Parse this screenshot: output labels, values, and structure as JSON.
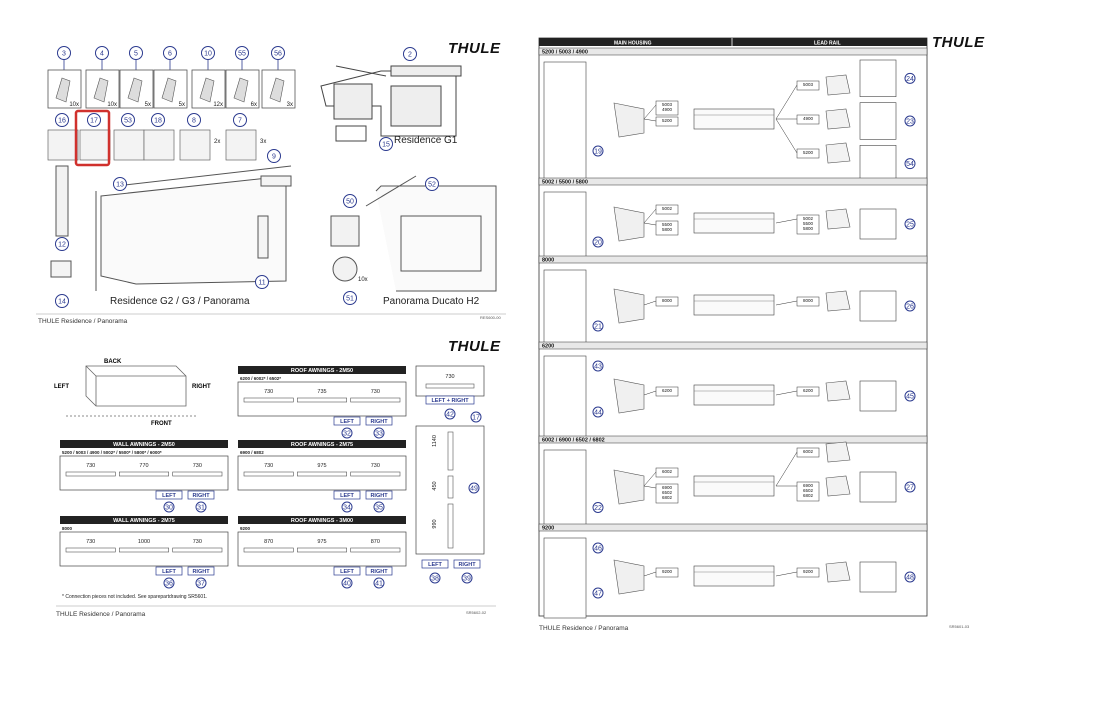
{
  "brand": "THULE",
  "doc1": {
    "title_g1": "Residence G1",
    "title_g2": "Residence G2 / G3 / Panorama",
    "title_ducato": "Panorama Ducato H2",
    "footer": "THULE Residence / Panorama",
    "code": "RES600-00",
    "parts": [
      {
        "num": "3",
        "qty": "10x"
      },
      {
        "num": "4",
        "qty": "10x"
      },
      {
        "num": "5",
        "qty": "5x"
      },
      {
        "num": "6",
        "qty": "5x"
      },
      {
        "num": "10",
        "qty": "12x"
      },
      {
        "num": "55",
        "qty": "6x"
      },
      {
        "num": "56",
        "qty": "3x"
      }
    ],
    "row2": [
      {
        "num": "16"
      },
      {
        "num": "17"
      },
      {
        "num": "53"
      },
      {
        "num": "18"
      },
      {
        "num": "8",
        "qty": "2x"
      },
      {
        "num": "7",
        "qty": "3x"
      }
    ],
    "callouts": [
      "9",
      "13",
      "12",
      "14",
      "11",
      "2",
      "15",
      "52",
      "50",
      "51"
    ],
    "qty_51": "10x"
  },
  "doc2": {
    "footer": "THULE Residence / Panorama",
    "code": "SR5602-02",
    "back": "BACK",
    "front": "FRONT",
    "left": "LEFT",
    "right": "RIGHT",
    "roof_2m50": {
      "title": "ROOF AWNINGS - 2M50",
      "models": "6200 / 6002* / 6502*",
      "dims": [
        "730",
        "735",
        "730"
      ],
      "left_num": "32",
      "right_num": "33"
    },
    "single": {
      "dim": "730",
      "label": "LEFT + RIGHT",
      "num": "42",
      "num2": "17"
    },
    "wall_2m50": {
      "title": "WALL AWNINGS - 2M50",
      "models": "5200 / 5003 / 4900 / 5002* / 5500* / 5800* / 6000*",
      "dims": [
        "730",
        "770",
        "730"
      ],
      "left_num": "30",
      "right_num": "31"
    },
    "roof_2m75": {
      "title": "ROOF AWNINGS - 2M75",
      "models": "6900 / 6802",
      "dims": [
        "730",
        "975",
        "730"
      ],
      "left_num": "34",
      "right_num": "35"
    },
    "wall_2m75": {
      "title": "WALL AWNINGS - 2M75",
      "models": "8000",
      "dims": [
        "730",
        "1000",
        "730"
      ],
      "left_num": "36",
      "right_num": "37"
    },
    "roof_3m00": {
      "title": "ROOF AWNINGS - 3M00",
      "models": "9200",
      "dims": [
        "870",
        "975",
        "870"
      ],
      "left_num": "40",
      "right_num": "41"
    },
    "vertical": {
      "dims": [
        "1140",
        "450",
        "990"
      ],
      "num": "49",
      "left_num": "38",
      "right_num": "39"
    },
    "note": "* Connection pieces not included. See sparepartdrawing SR5601."
  },
  "doc3": {
    "footer": "THULE Residence / Panorama",
    "code": "SR5601-03",
    "header_main": "MAIN HOUSING",
    "header_lead": "LEAD RAIL",
    "sections": [
      {
        "title": "5200 / 5003 / 4900",
        "left_nums": [
          "19"
        ],
        "main_labels": [
          "5003\n4900",
          "5200"
        ],
        "lead_labels": [
          "5003",
          "4900",
          "5200"
        ],
        "right_nums": [
          "24",
          "23",
          "54"
        ]
      },
      {
        "title": "5002 / 5500 / 5800",
        "left_nums": [
          "20"
        ],
        "main_labels": [
          "5002",
          "5500\n5800"
        ],
        "lead_labels": [
          "5002\n5500\n5800"
        ],
        "right_nums": [
          "25"
        ]
      },
      {
        "title": "8000",
        "left_nums": [
          "21"
        ],
        "main_labels": [
          "8000"
        ],
        "lead_labels": [
          "8000"
        ],
        "right_nums": [
          "26"
        ]
      },
      {
        "title": "6200",
        "left_nums": [
          "43",
          "44"
        ],
        "main_labels": [
          "6200"
        ],
        "lead_labels": [
          "6200"
        ],
        "right_nums": [
          "45"
        ]
      },
      {
        "title": "6002 / 6900 / 6502 / 6802",
        "left_nums": [
          "22"
        ],
        "main_labels": [
          "6002",
          "6900\n6502\n6802"
        ],
        "lead_labels": [
          "6002",
          "6900\n6502\n6802"
        ],
        "right_nums": [
          "27"
        ]
      },
      {
        "title": "9200",
        "left_nums": [
          "46",
          "47"
        ],
        "main_labels": [
          "9200"
        ],
        "lead_labels": [
          "9200"
        ],
        "right_nums": [
          "48"
        ]
      }
    ]
  }
}
